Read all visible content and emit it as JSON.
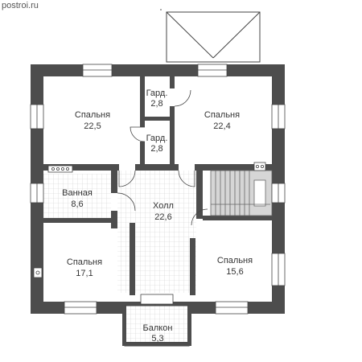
{
  "watermark": "postroi.ru",
  "rooms": [
    {
      "name": "Спальня",
      "area": "22,5"
    },
    {
      "name": "Гард.",
      "area": "2,8"
    },
    {
      "name": "Спальня",
      "area": "22,4"
    },
    {
      "name": "Гард.",
      "area": "2,8"
    },
    {
      "name": "Ванная",
      "area": "8,6"
    },
    {
      "name": "Холл",
      "area": "22,6"
    },
    {
      "name": "Спальня",
      "area": "17,1"
    },
    {
      "name": "Спальня",
      "area": "15,6"
    },
    {
      "name": "Балкон",
      "area": "5,3"
    }
  ],
  "colors": {
    "wall": "#4d4d4d",
    "line": "#444444",
    "tile": "#cfcfcf",
    "bg": "#ffffff"
  }
}
